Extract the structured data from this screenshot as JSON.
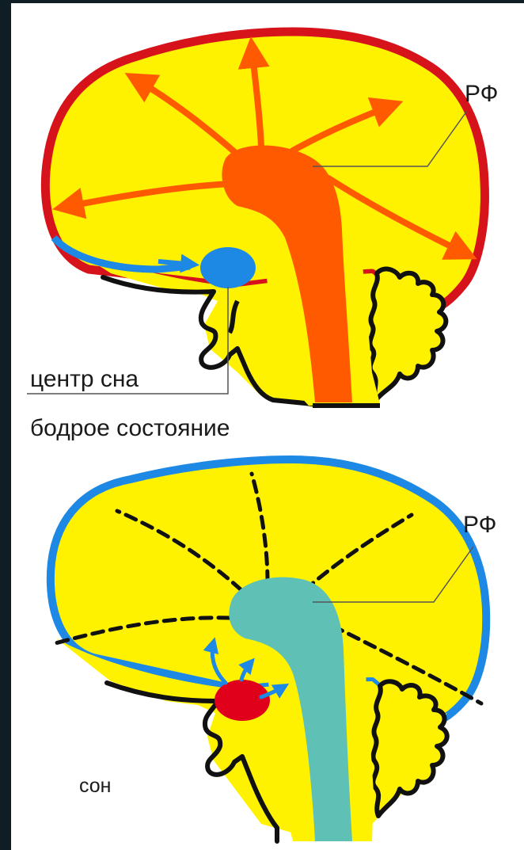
{
  "awake": {
    "rf_label": "РФ",
    "sleep_center_label": "центр сна",
    "state_label": "бодрое состояние",
    "colors": {
      "cortex": "#d6131b",
      "rf": "#ff5a00",
      "sleep_center": "#1e88e5",
      "brain": "#fff200"
    }
  },
  "sleep": {
    "rf_label": "РФ",
    "state_label": "сон",
    "colors": {
      "cortex": "#1e88e5",
      "rf": "#5fc1b6",
      "sleep_center": "#e0001b",
      "brain": "#fff200"
    }
  }
}
